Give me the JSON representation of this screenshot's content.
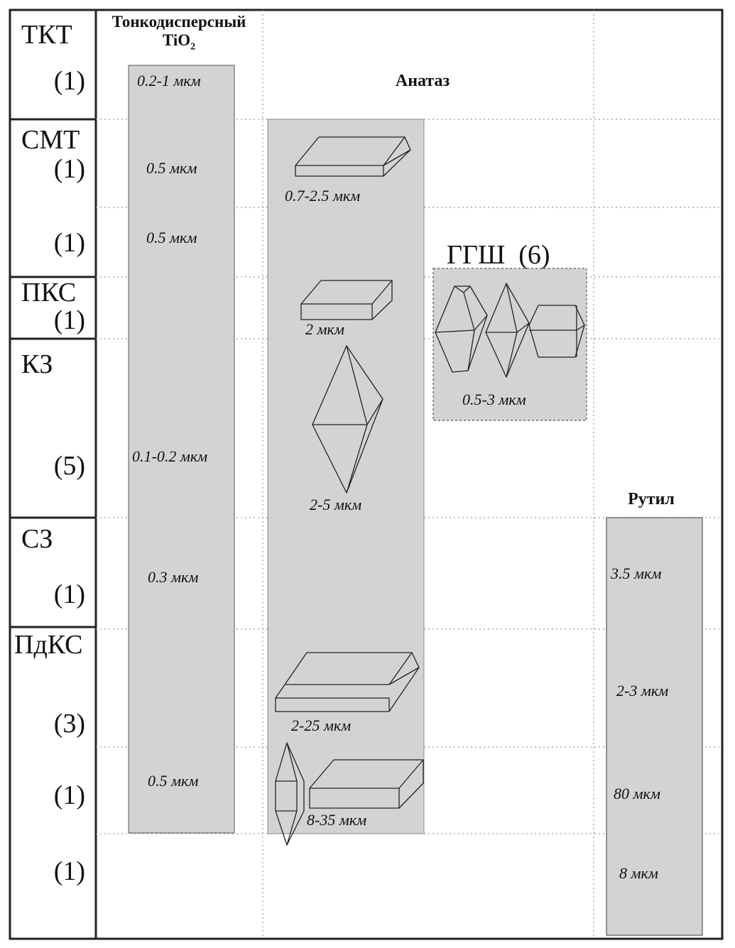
{
  "columns": {
    "fine": {
      "title_line1": "Тонкодисперсный",
      "title_line2": "TiO",
      "title_sub": "2"
    },
    "anatase": {
      "title": "Анатаз"
    },
    "ggsh": {
      "title": "ГГШ",
      "count": "(6)",
      "size": "0.5-3 мкм"
    },
    "rutile": {
      "title": "Рутил"
    }
  },
  "rows": [
    {
      "label": "ТКТ",
      "count": "(1)"
    },
    {
      "label": "СМТ",
      "count": "(1)"
    },
    {
      "label": "",
      "count": "(1)"
    },
    {
      "label": "ПКС",
      "count": "(1)"
    },
    {
      "label": "КЗ",
      "count": "(5)"
    },
    {
      "label": "СЗ",
      "count": "(1)"
    },
    {
      "label": "ПдКС",
      "count": "(3)"
    },
    {
      "label": "",
      "count": "(1)"
    },
    {
      "label": "",
      "count": "(1)"
    }
  ],
  "fine_sizes": [
    "0.2-1 мкм",
    "0.5 мкм",
    "0.5 мкм",
    "0.1-0.2 мкм",
    "0.3 мкм",
    "0.5 мкм"
  ],
  "anatase_sizes": [
    "0.7-2.5 мкм",
    "2 мкм",
    "2-5 мкм",
    "2-25 мкм",
    "8-35 мкм"
  ],
  "rutile_sizes": [
    "3.5 мкм",
    "2-3 мкм",
    "80 мкм",
    "8 мкм"
  ],
  "colors": {
    "fill": "#d3d3d3",
    "line": "#222222",
    "grid": "#999999"
  }
}
